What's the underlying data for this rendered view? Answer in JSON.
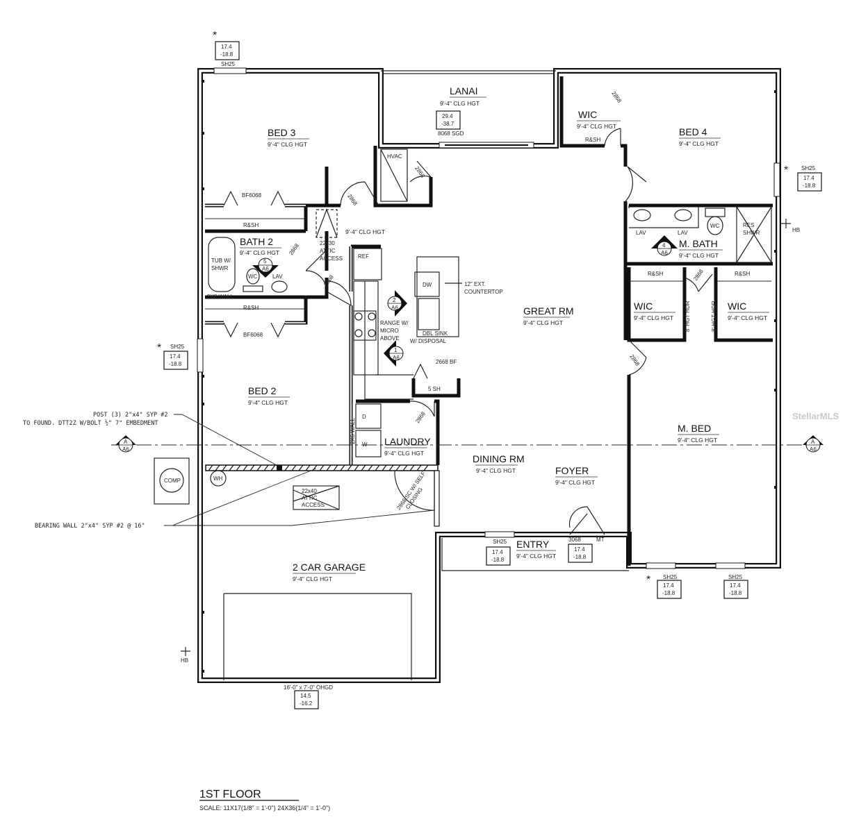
{
  "rooms": {
    "bed3": {
      "name": "BED 3",
      "clg": "9'-4\" CLG HGT"
    },
    "lanai": {
      "name": "LANAI",
      "clg": "9'-4\" CLG HGT"
    },
    "wic_top": {
      "name": "WIC",
      "clg": "9'-4\" CLG HGT"
    },
    "bed4": {
      "name": "BED 4",
      "clg": "9'-4\" CLG HGT"
    },
    "bath2": {
      "name": "BATH 2",
      "clg": "9'-4\" CLG HGT"
    },
    "hall": {
      "clg": "9'-4\" CLG HGT"
    },
    "mbath": {
      "name": "M. BATH",
      "clg": "9'-4\" CLG HGT"
    },
    "wic_left": {
      "name": "WIC",
      "clg": "9'-4\" CLG HGT"
    },
    "wic_right": {
      "name": "WIC",
      "clg": "9'-4\" CLG HGT"
    },
    "great": {
      "name": "GREAT RM",
      "clg": "9'-4\" CLG HGT"
    },
    "bed2": {
      "name": "BED 2",
      "clg": "9'-4\" CLG HGT"
    },
    "mbed": {
      "name": "M. BED",
      "clg": "9'-4\" CLG HGT"
    },
    "laundry": {
      "name": "LAUNDRY",
      "clg": "9'-4\" CLG HGT"
    },
    "dining": {
      "name": "DINING RM",
      "clg": "9'-4\" CLG HGT"
    },
    "foyer": {
      "name": "FOYER",
      "clg": "9'-4\" CLG HGT"
    },
    "entry": {
      "name": "ENTRY",
      "clg": "9'-4\" CLG HGT"
    },
    "garage": {
      "name": "2 CAR GARAGE",
      "clg": "9'-4\" CLG HGT"
    }
  },
  "labels": {
    "sh25": "SH25",
    "bf6068": "BF6068",
    "rsh": "R&SH",
    "door2868": "2868",
    "hvac": "HVAC",
    "sgd": "8068 SGD",
    "attic1": [
      "22x30",
      "ATTIC",
      "ACCESS"
    ],
    "attic2": [
      "22x40",
      "ATTIC",
      "ACCESS"
    ],
    "tub": [
      "TUB W/",
      "SHWR"
    ],
    "wc": "WC",
    "lav": "LAV",
    "wall2x8": "2X8 WALL",
    "wall2x6": "2X6 WALL",
    "ref": "REF",
    "dw": "DW",
    "countertop": [
      "12\" EXT.",
      "COUNTERTOP"
    ],
    "range": [
      "RANGE W/",
      "MICRO",
      "ABOVE"
    ],
    "sink": [
      "DBL SINK",
      "W/ DISPOSAL"
    ],
    "bf2668": "2668 BF",
    "sh5": "5 SH",
    "dryer": "D",
    "washer": "W",
    "res_shwr": [
      "RES",
      "SHWR"
    ],
    "hdr": "8' HGT HDR",
    "hb": "HB",
    "comp": "COMP",
    "wh": "WH",
    "sc_door": [
      "2868 SC W/ SELF",
      "CLOSING"
    ],
    "door3068": "3068",
    "mt": "MT",
    "ohgd": "16'-0\" x 7'-0\" OHGD",
    "note_post": [
      "POST (3) 2\"x4\" SYP #2",
      "TO FOUND. DTT2Z W/BOLT ½\" 7\" EMBEDMENT"
    ],
    "note_bearing": "BEARING WALL 2\"x4\" SYP #2 @ 16\""
  },
  "tags": {
    "std": [
      "17.4",
      "-18.8"
    ],
    "lanai": [
      "29.4",
      "-38.7"
    ],
    "garage": [
      "14.5",
      "-16.2"
    ]
  },
  "markers": {
    "section": {
      "top": "A",
      "bottom": "A6"
    },
    "m1": {
      "top": "1",
      "bottom": "A6"
    },
    "m2": {
      "top": "2",
      "bottom": "A6"
    },
    "m4": {
      "top": "4",
      "bottom": "A6"
    },
    "m5": {
      "top": "5",
      "bottom": "A6"
    }
  },
  "title": {
    "name": "1ST FLOOR",
    "scale": "SCALE: 11X17(1/8\" = 1'-0\") 24X36(1/4\" = 1'-0\")"
  },
  "watermark": "StellarMLS"
}
